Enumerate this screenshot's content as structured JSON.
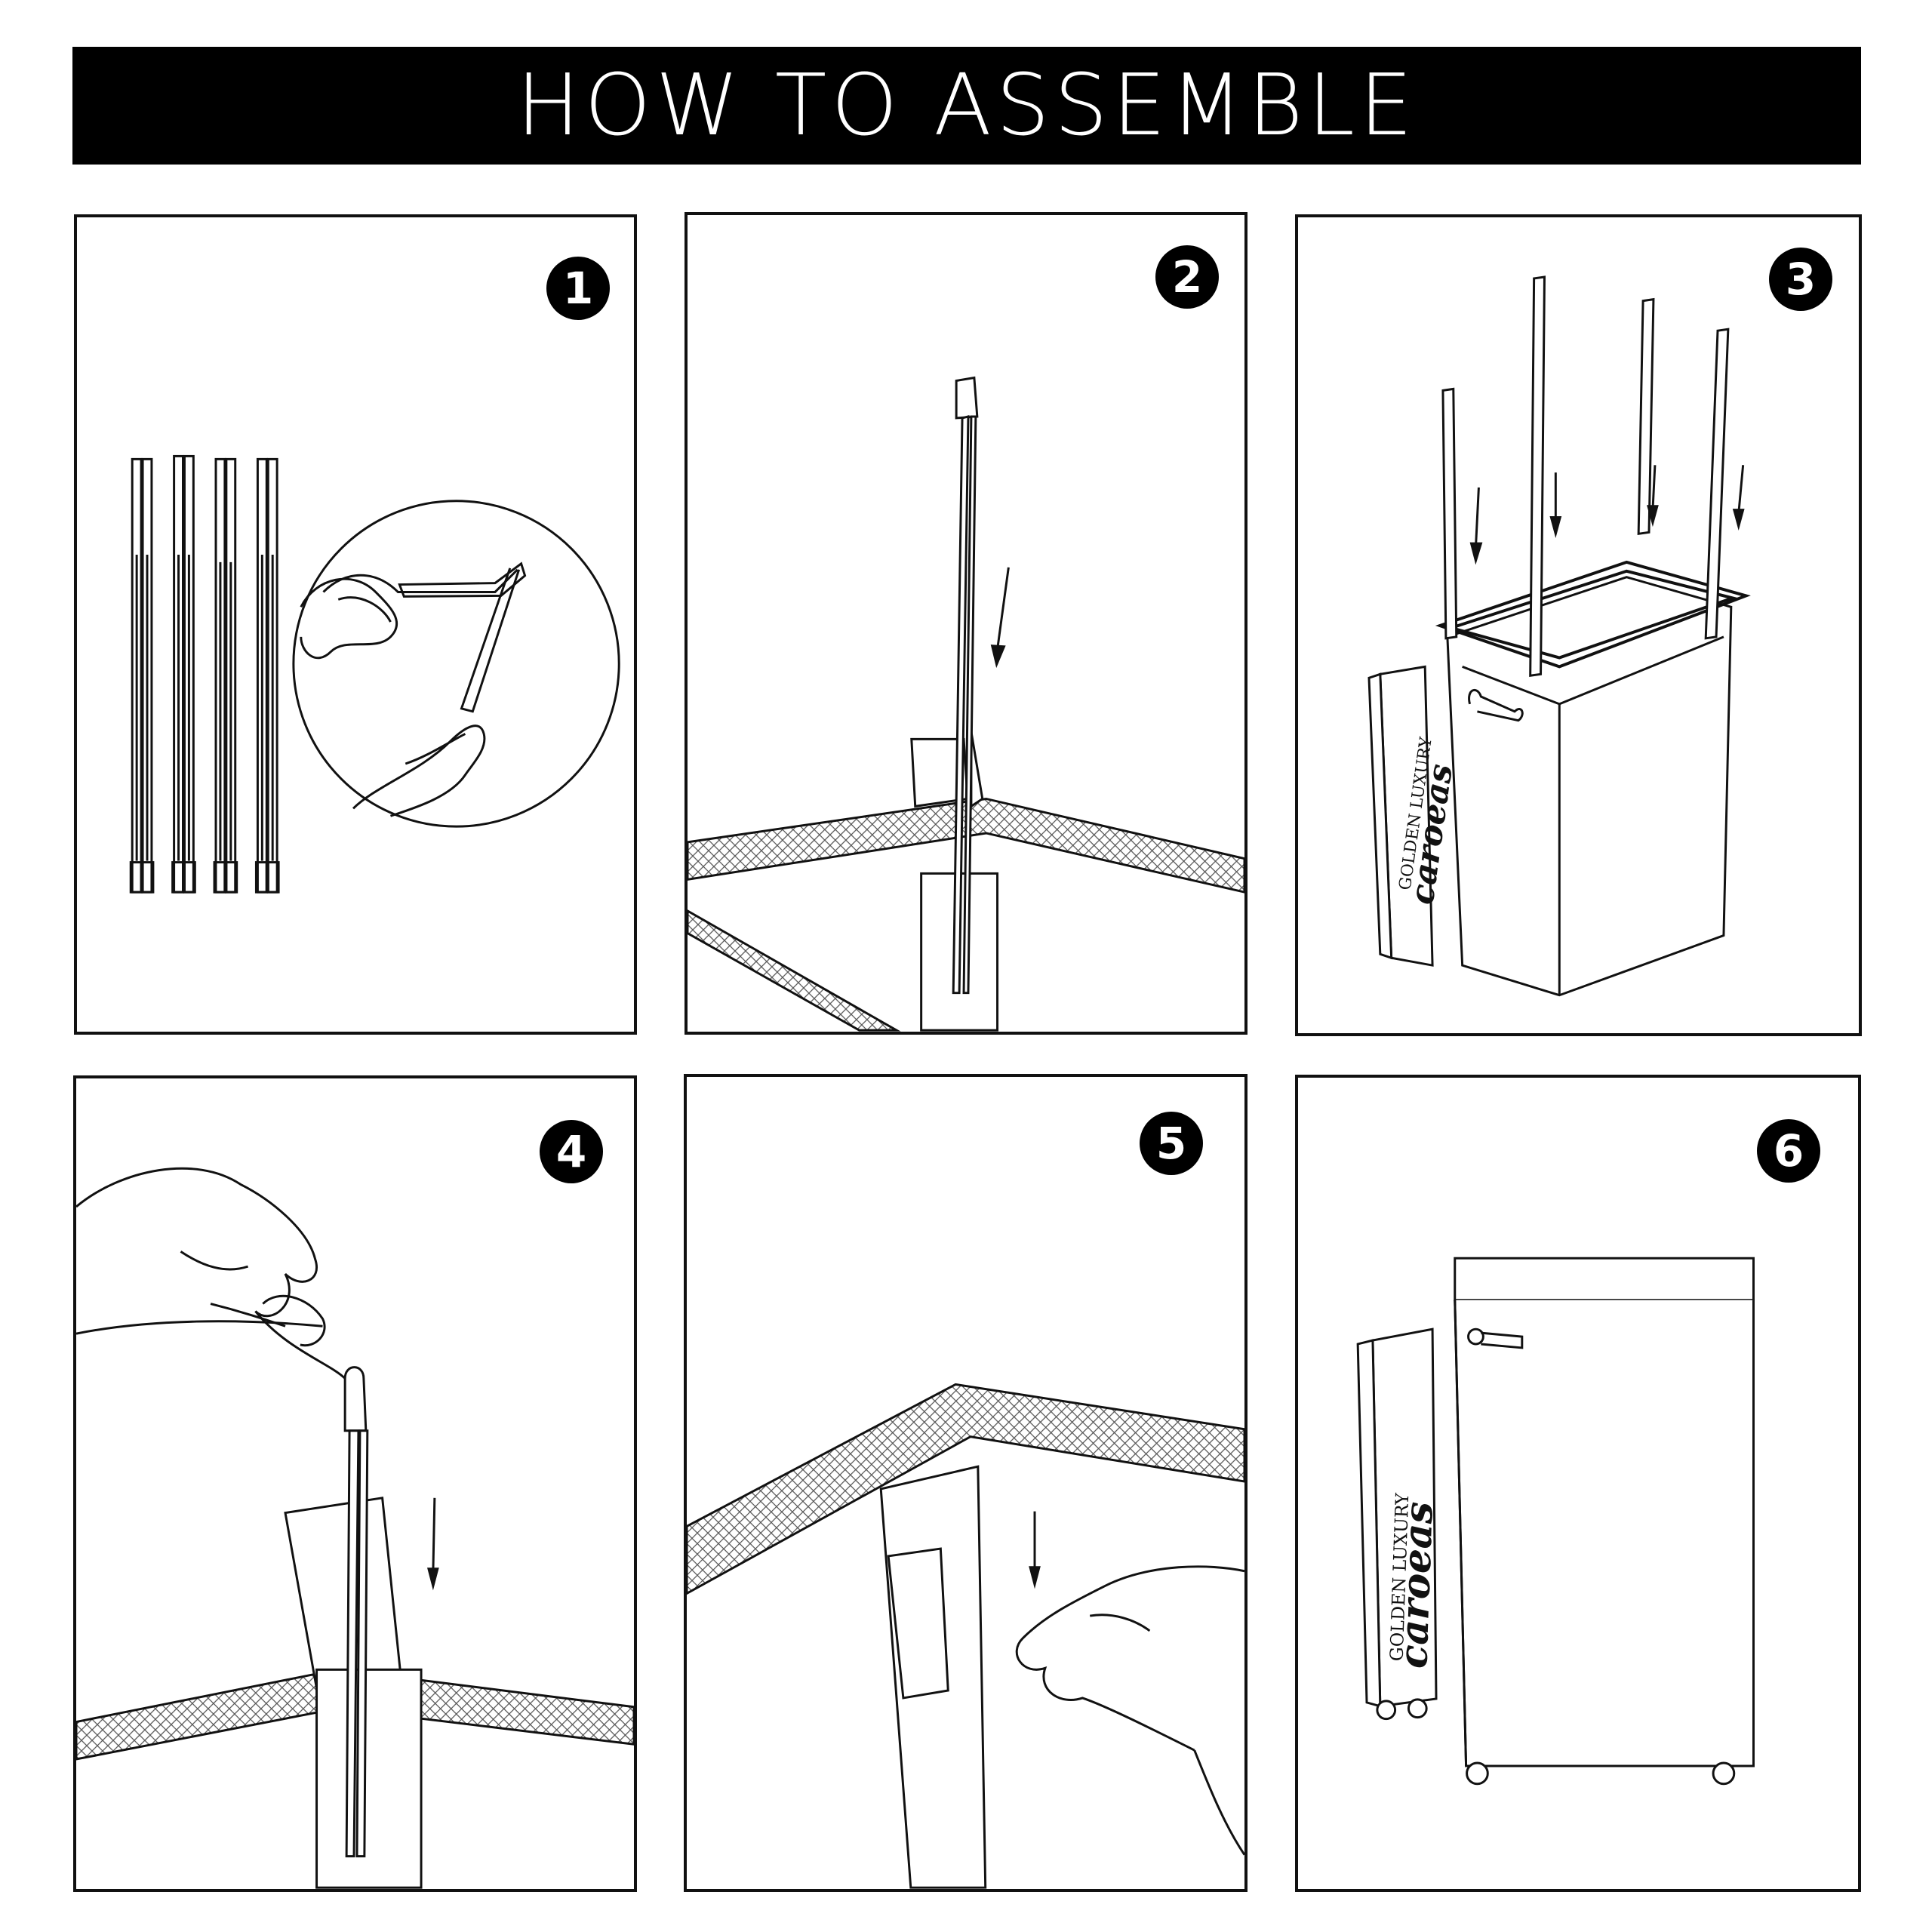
{
  "title": "HOW TO ASSEMBLE",
  "steps": [
    {
      "number": "1",
      "illustration": "folded-poles-and-unfold-detail"
    },
    {
      "number": "2",
      "illustration": "insert-pole-into-corner-sleeve"
    },
    {
      "number": "3",
      "illustration": "insert-four-poles-into-hamper"
    },
    {
      "number": "4",
      "illustration": "hand-pushing-pole-down"
    },
    {
      "number": "5",
      "illustration": "hand-securing-sleeve-flap"
    },
    {
      "number": "6",
      "illustration": "assembled-hamper"
    }
  ],
  "brand": {
    "line1": "GOLDEN LUXURY",
    "line2": "caroeas"
  },
  "colors": {
    "ink": "#111111",
    "background": "#ffffff",
    "title_bar": "#000000"
  }
}
